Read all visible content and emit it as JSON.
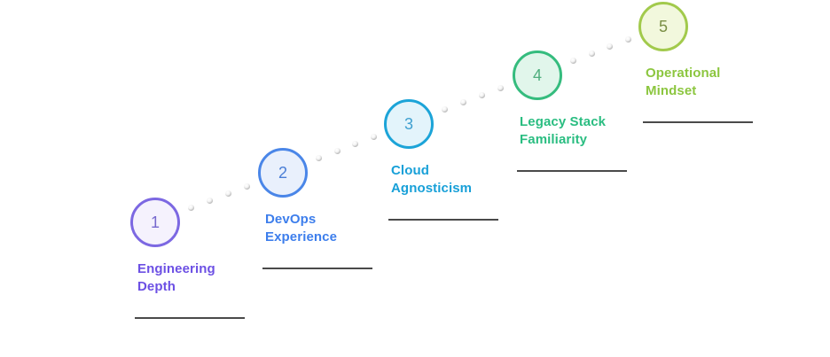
{
  "diagram": {
    "type": "step-progression",
    "direction": "ascending-left-to-right",
    "background": "#FFFFFF",
    "underline_color": "#4A4A4A",
    "connector_dot_color": "#AFAFAF",
    "steps": [
      {
        "number": "1",
        "label": "Engineering\nDepth",
        "accent": "#7C68E2",
        "fill": "#F5F2FD",
        "number_color": "#7668CE",
        "label_color": "#6C50E4"
      },
      {
        "number": "2",
        "label": "DevOps\nExperience",
        "accent": "#4A86E8",
        "fill": "#E9F0FC",
        "number_color": "#4A7ED6",
        "label_color": "#3D7EEC"
      },
      {
        "number": "3",
        "label": "Cloud\nAgnosticism",
        "accent": "#1CA4D8",
        "fill": "#E3F4FB",
        "number_color": "#3FA0D0",
        "label_color": "#18A0D8"
      },
      {
        "number": "4",
        "label": "Legacy Stack\nFamiliarity",
        "accent": "#35BC7E",
        "fill": "#E1F6EB",
        "number_color": "#4FAE7E",
        "label_color": "#2ABD81"
      },
      {
        "number": "5",
        "label": "Operational\nMindset",
        "accent": "#A2CA4C",
        "fill": "#F2F8DD",
        "number_color": "#7A8F45",
        "label_color": "#8CC63F"
      }
    ]
  }
}
